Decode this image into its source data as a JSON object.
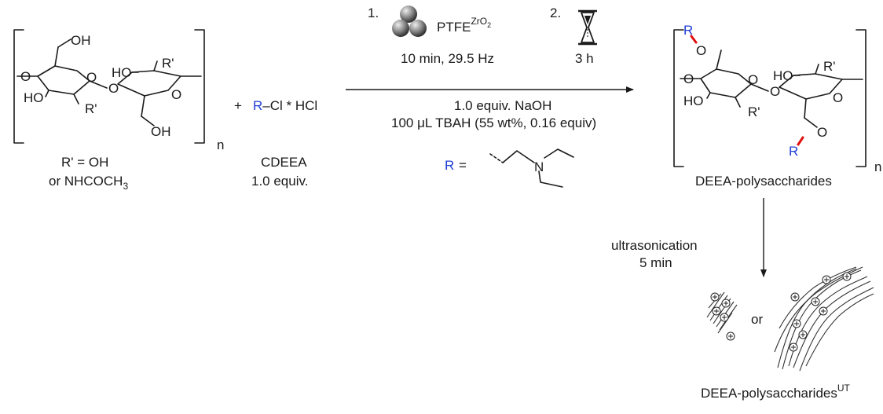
{
  "reactant": {
    "oh_top": "OH",
    "oh_bottom": "OH",
    "ho_right": "HO",
    "ho_left": "HO",
    "o_link": "O",
    "o_left": "O",
    "ring_o1": "O",
    "ring_o2": "O",
    "r_prime_1": "R'",
    "r_prime_2": "R'",
    "subscript_n": "n",
    "legend_line1": "R' = OH",
    "legend_line2_main": "or NHCOCH",
    "legend_line2_sub": "3"
  },
  "reagent": {
    "plus": "+",
    "r": "R",
    "formula": "–Cl * HCl",
    "name": "CDEEA",
    "amount": "1.0 equiv."
  },
  "conditions": {
    "step1_number": "1.",
    "step1_material": "PTFE",
    "step1_material_sup": "ZrO",
    "step1_material_sup_sub": "2",
    "step1_params": "10 min, 29.5 Hz",
    "step2_number": "2.",
    "step2_time": "3 h",
    "base": "1.0 equiv. NaOH",
    "catalyst": "100 μL TBAH (55 wt%, 0.16 equiv)",
    "r_def_label": "R",
    "r_def_eq": "=",
    "r_def_n": "N"
  },
  "product": {
    "r_top": "R",
    "r_bottom": "R",
    "o_top": "O",
    "o_bottom": "O",
    "ho_right": "HO",
    "ho_left": "HO",
    "o_link": "O",
    "o_left": "O",
    "ring_o1": "O",
    "ring_o2": "O",
    "r_prime_1": "R'",
    "r_prime_2": "R'",
    "subscript_n": "n",
    "name": "DEEA-polysaccharides"
  },
  "treatment": {
    "line1": "ultrasonication",
    "line2": "5 min",
    "or": "or",
    "final_name": "DEEA-polysaccharides",
    "final_sup": "UT"
  },
  "colors": {
    "r_group": "#1f3fd6",
    "new_bond": "#e01010"
  }
}
